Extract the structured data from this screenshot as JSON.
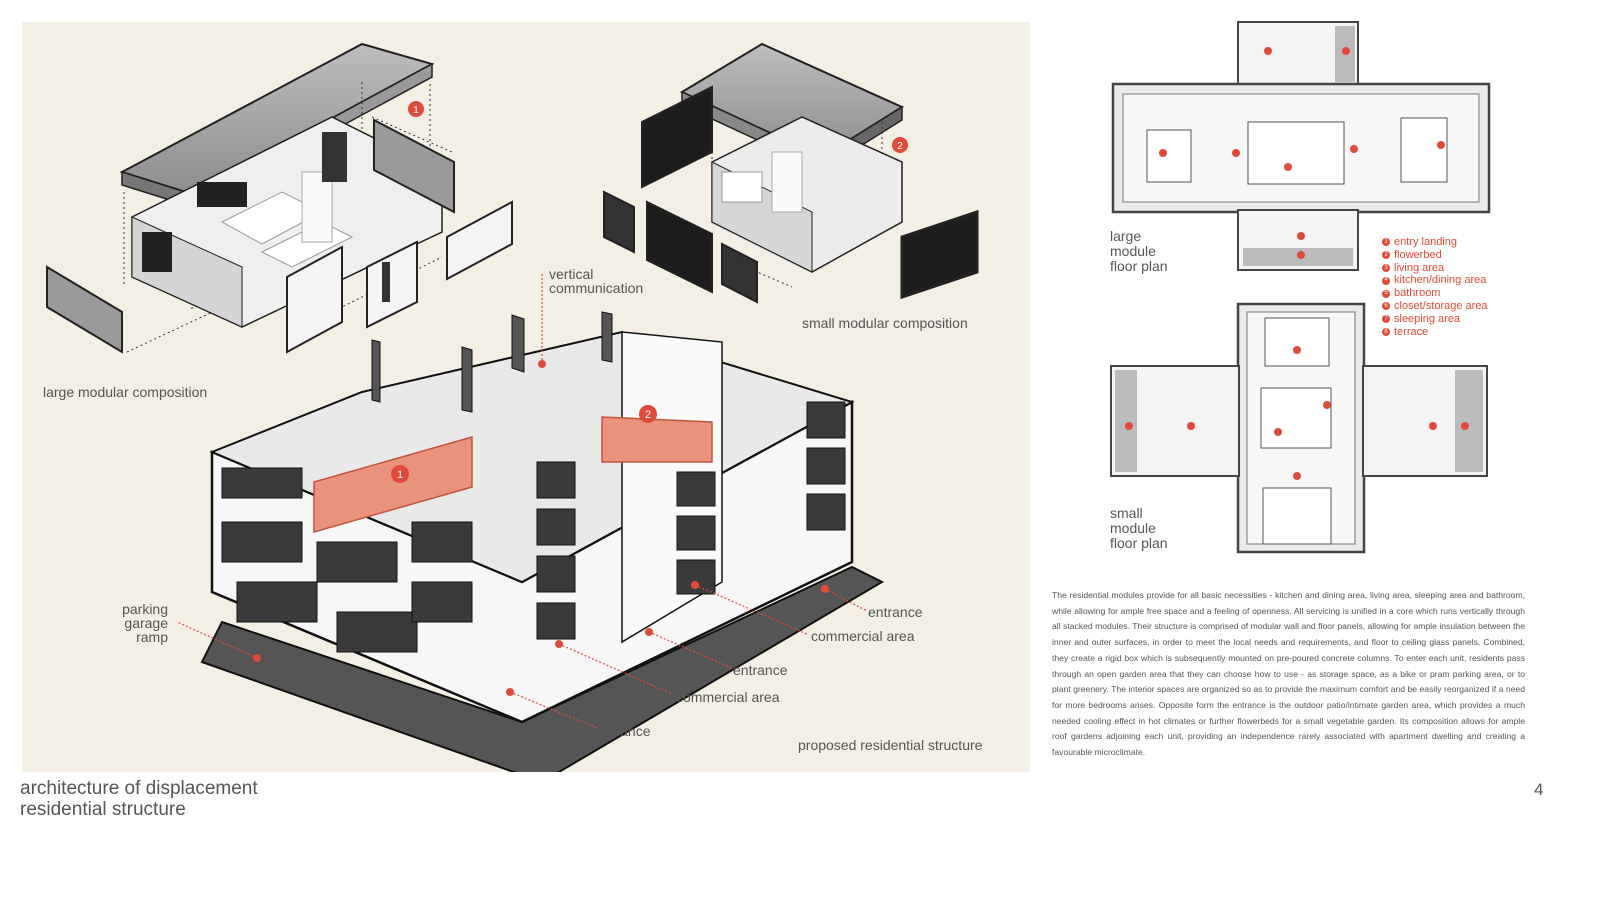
{
  "diagram": {
    "labels": {
      "large_modular_composition": "large modular composition",
      "small_modular_composition": "small modular composition",
      "vertical_communication": "vertical\ncommunication",
      "parking_garage_ramp": "parking\ngarage\nramp",
      "entrance_1": "entrance",
      "commercial_area_1": "commercial area",
      "entrance_2": "entrance",
      "commercial_area_2": "commercial area",
      "entrance_3": "entrance",
      "proposed_residential_structure": "proposed residential structure"
    },
    "markers": {
      "module_1": "1",
      "module_2": "2"
    },
    "colors": {
      "accent": "#e04a3a",
      "highlight": "#e9937c",
      "panel_bg": "#f3efe5"
    }
  },
  "plans": {
    "large_label": "large\nmodule\nfloor plan",
    "small_label": "small\nmodule\nfloor plan"
  },
  "legend": [
    {
      "num": "1",
      "text": "entry landing"
    },
    {
      "num": "2",
      "text": "flowerbed"
    },
    {
      "num": "3",
      "text": "living area"
    },
    {
      "num": "4",
      "text": "kitchen/dining area"
    },
    {
      "num": "5",
      "text": "bathroom"
    },
    {
      "num": "6",
      "text": "closet/storage area"
    },
    {
      "num": "7",
      "text": "sleeping area"
    },
    {
      "num": "8",
      "text": "terrace"
    }
  ],
  "description": "The residential modules provide for all basic necessities - kitchen and dining area, living area, sleeping area and bathroom, while allowing for ample free space and a feeling of openness. All servicing is unified in a core which runs vertically through all stacked modules. Their structure is comprised of modular wall and floor panels, allowing for ample insulation between the inner and outer surfaces, in order to meet the local needs and requirements, and floor to ceiling glass panels. Combined, they create a rigid box which is subsequently mounted on pre-poured concrete columns. To enter each unit, residents pass through an open garden area that they can choose how to use - as storage space, as a bike or pram parking area, or to plant greenery. The interior spaces are organized so as to provide the maximum comfort and be easily reorganized if a need for more bedrooms arises. Opposite form the entrance is the outdoor patio/intimate garden area, which provides a much needed cooling effect in hot climates or further flowerbeds for a small vegetable garden. Its composition allows for ample roof gardens adjoining each unit, providing an independence rarely associated with apartment dwelling and creating a favourable microclimate.",
  "footer": {
    "title_line1": "architecture of displacement",
    "title_line2": "residential structure",
    "page_number": "4"
  }
}
